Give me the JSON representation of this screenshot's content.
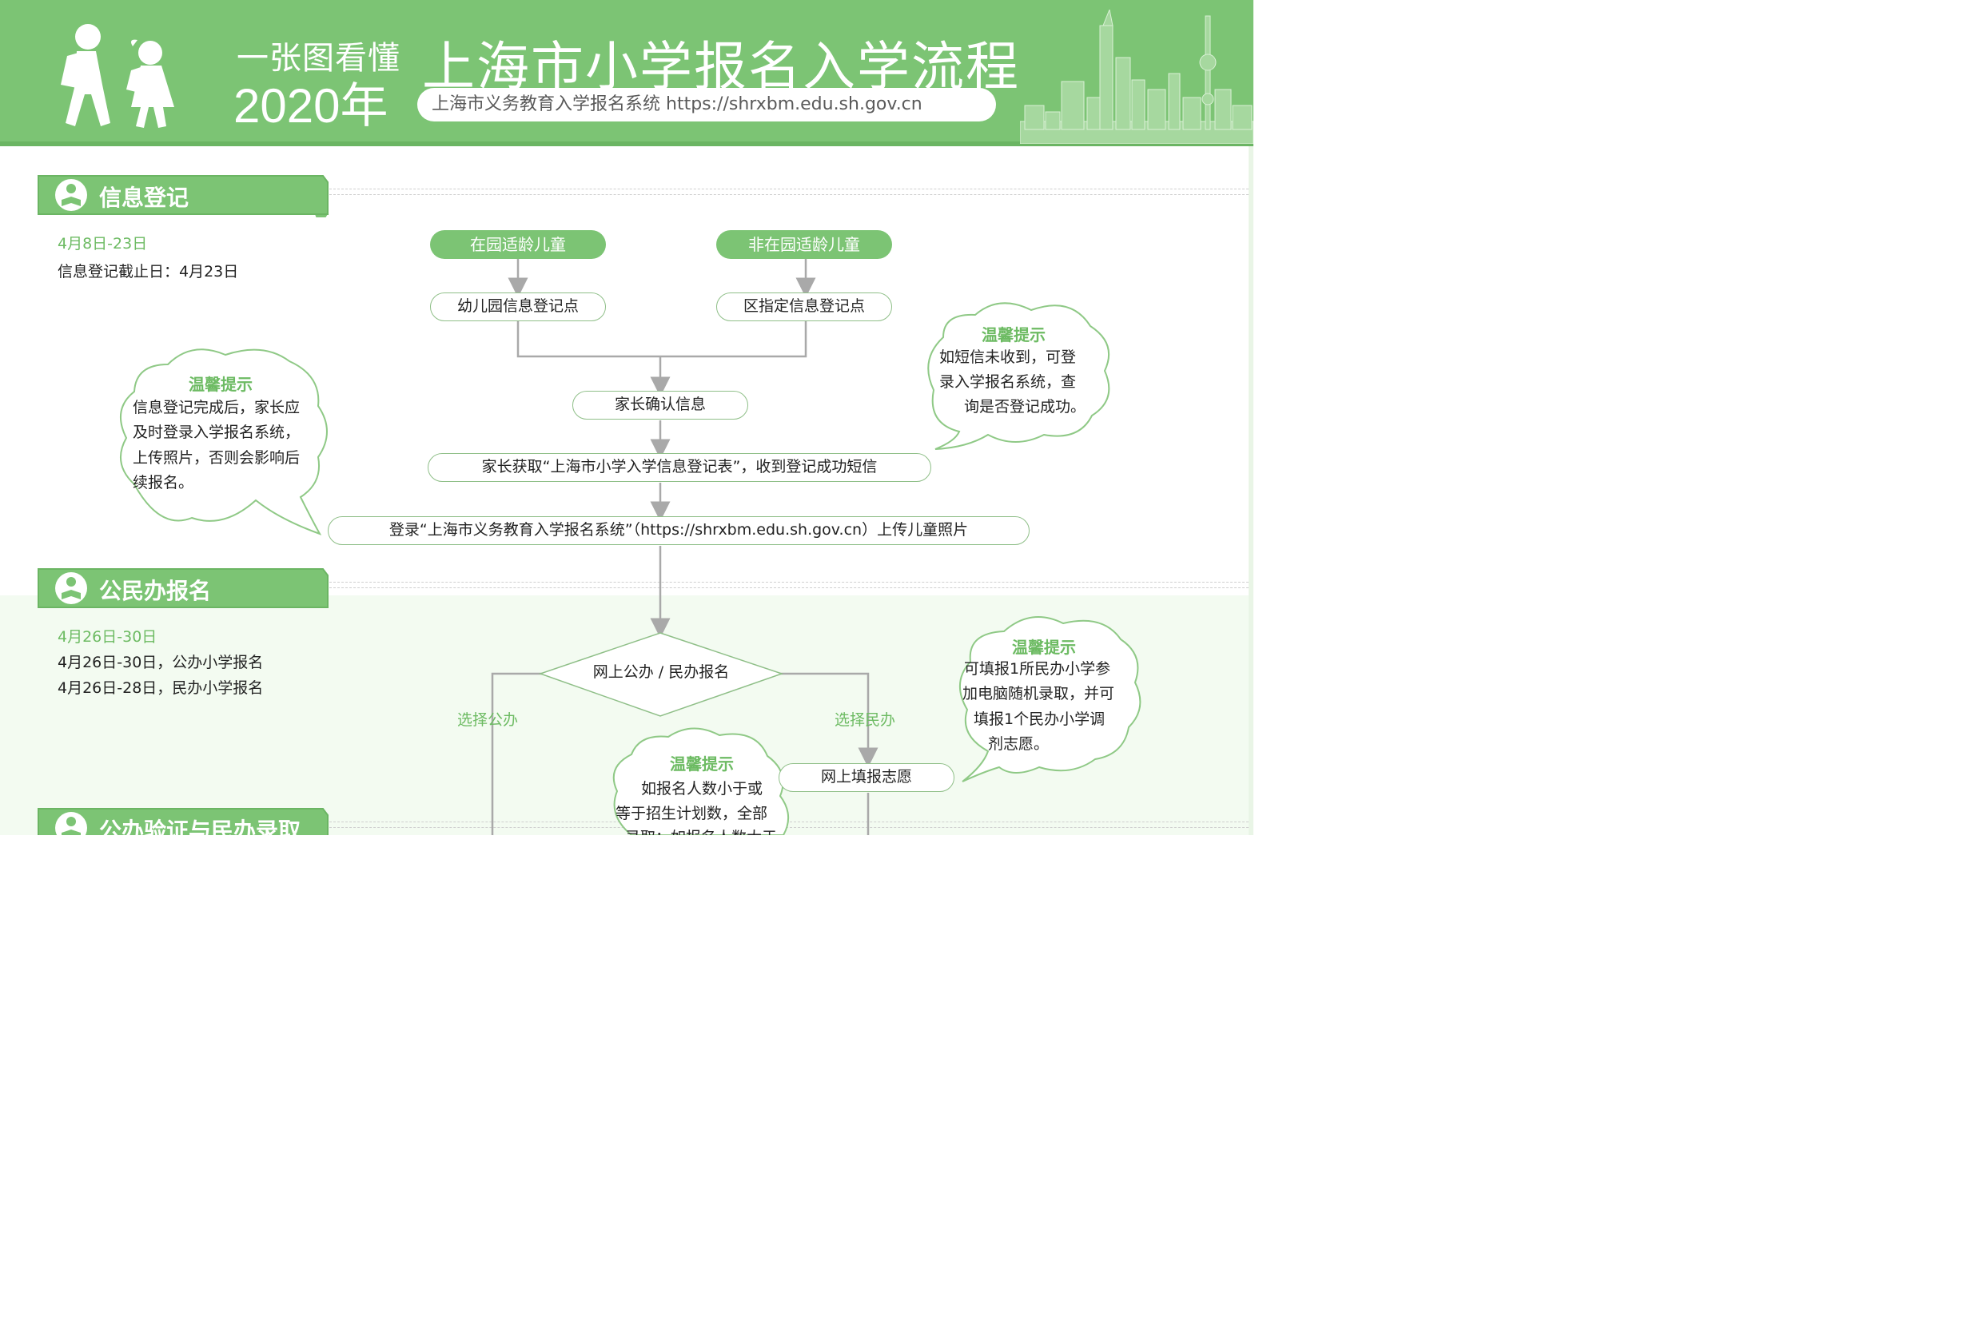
{
  "header": {
    "pre_title": "一张图看懂",
    "year": "2020年",
    "main_title": "上海市小学报名入学流程",
    "system_name": "上海市义务教育入学报名系统 https://shrxbm.edu.sh.gov.cn"
  },
  "sections": [
    {
      "label": "信息登记",
      "date": "4月8日-23日",
      "details": [
        "信息登记截止日：4月23日"
      ]
    },
    {
      "label": "公民办报名",
      "date": "4月26日-30日",
      "details": [
        "4月26日-30日，公办小学报名",
        "4月26日-28日，民办小学报名"
      ]
    },
    {
      "label": "公办验证与民办录取"
    }
  ],
  "flow": {
    "start_left": "在园适龄儿童",
    "start_right": "非在园适龄儿童",
    "register_left": "幼儿园信息登记点",
    "register_right": "区指定信息登记点",
    "confirm": "家长确认信息",
    "obtain": "家长获取“上海市小学入学信息登记表”，收到登记成功短信",
    "login": "登录“上海市义务教育入学报名系统”（https://shrxbm.edu.sh.gov.cn）上传儿童照片",
    "decision": "网上公办 / 民办报名",
    "branch_public": "选择公办",
    "branch_private": "选择民办",
    "fill_wish": "网上填报志愿"
  },
  "tips": [
    {
      "title": "温馨提示",
      "lines": [
        "如短信未收到，可登",
        "录入学报名系统，查",
        "询是否登记成功。"
      ]
    },
    {
      "title": "温馨提示",
      "lines": [
        "信息登记完成后，家长应",
        "及时登录入学报名系统，",
        "上传照片，否则会影响后",
        "续报名。"
      ]
    },
    {
      "title": "温馨提示",
      "lines": [
        "可填报1所民办小学参",
        "加电脑随机录取，并可",
        "填报1个民办小学调",
        "剂志愿。"
      ]
    },
    {
      "title": "温馨提示",
      "lines": [
        "如报名人数小于或",
        "等于招生计划数，全部",
        "录取；如报名人数大于"
      ]
    }
  ],
  "colors": {
    "brand_green": "#7cc474",
    "dark_green": "#6bb563",
    "accent_text_green": "#6dbb63",
    "arrow_gray": "#a9a9a9",
    "background": "#ffffff"
  },
  "icons": [
    "person-reading-icon",
    "walking-boy-icon",
    "walking-girl-icon",
    "city-skyline-icon"
  ]
}
